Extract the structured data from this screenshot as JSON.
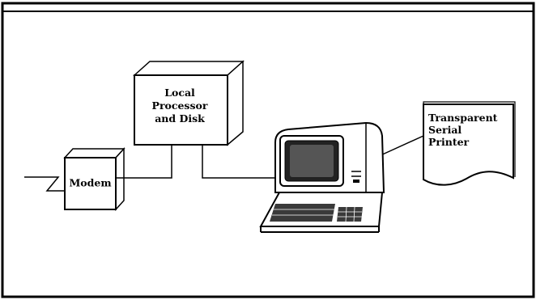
{
  "nodes": {
    "modem": {
      "label": "Modem"
    },
    "processor": {
      "lines": [
        "Local",
        "Processor",
        "and Disk"
      ]
    },
    "terminal": {
      "label": ""
    },
    "printer": {
      "lines": [
        "Transparent",
        "Serial",
        "Printer"
      ]
    }
  },
  "colors": {
    "ink": "#000000",
    "background": "#ffffff"
  }
}
